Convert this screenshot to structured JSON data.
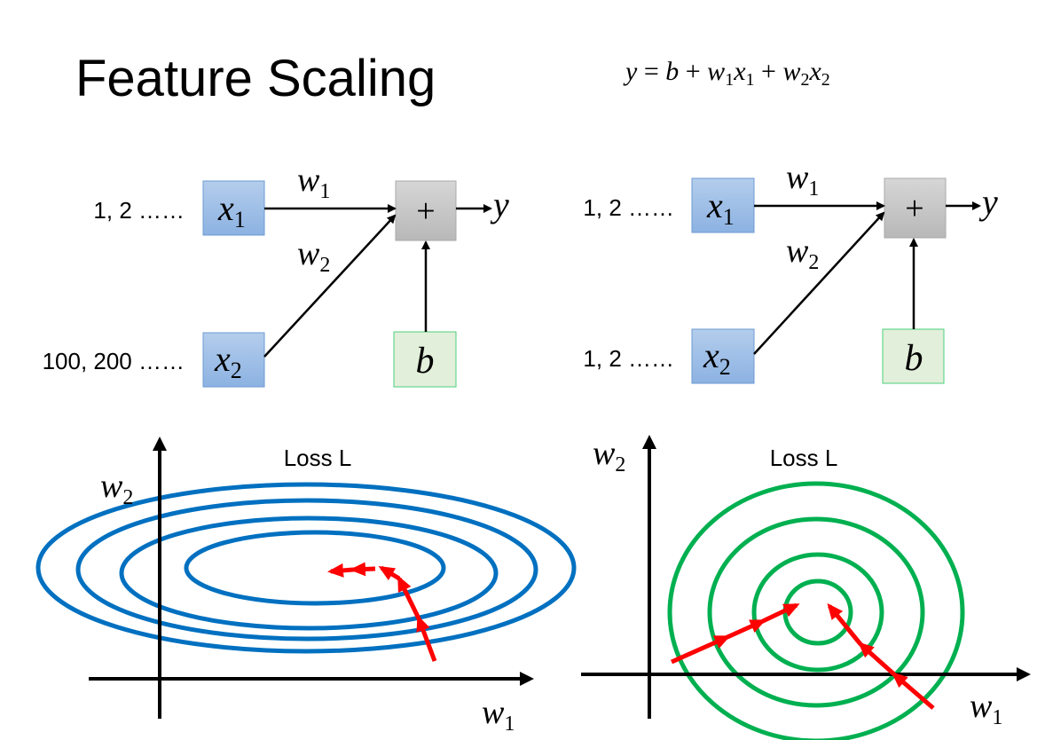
{
  "title": "Feature Scaling",
  "equation": {
    "y": "y",
    "eq": " = ",
    "b": "b",
    "plus": " + ",
    "w": "w",
    "x": "x",
    "s1": "1",
    "s2": "2"
  },
  "left": {
    "x1_values": "1, 2 ……",
    "x2_values": "100, 200 ……",
    "loss_label": "Loss L"
  },
  "right": {
    "x1_values": "1, 2 ……",
    "x2_values": "1, 2 ……",
    "loss_label": "Loss L"
  },
  "nodes": {
    "x": "x",
    "w": "w",
    "plus": "+",
    "y": "y",
    "b": "b",
    "s1": "1",
    "s2": "2"
  },
  "colors": {
    "input_box": "#8db3e2",
    "sum_box": "#bfbfbf",
    "bias_box": "#e2efda",
    "left_contour": "#0070c0",
    "right_contour": "#00b050",
    "gradient": "#ff0000"
  }
}
